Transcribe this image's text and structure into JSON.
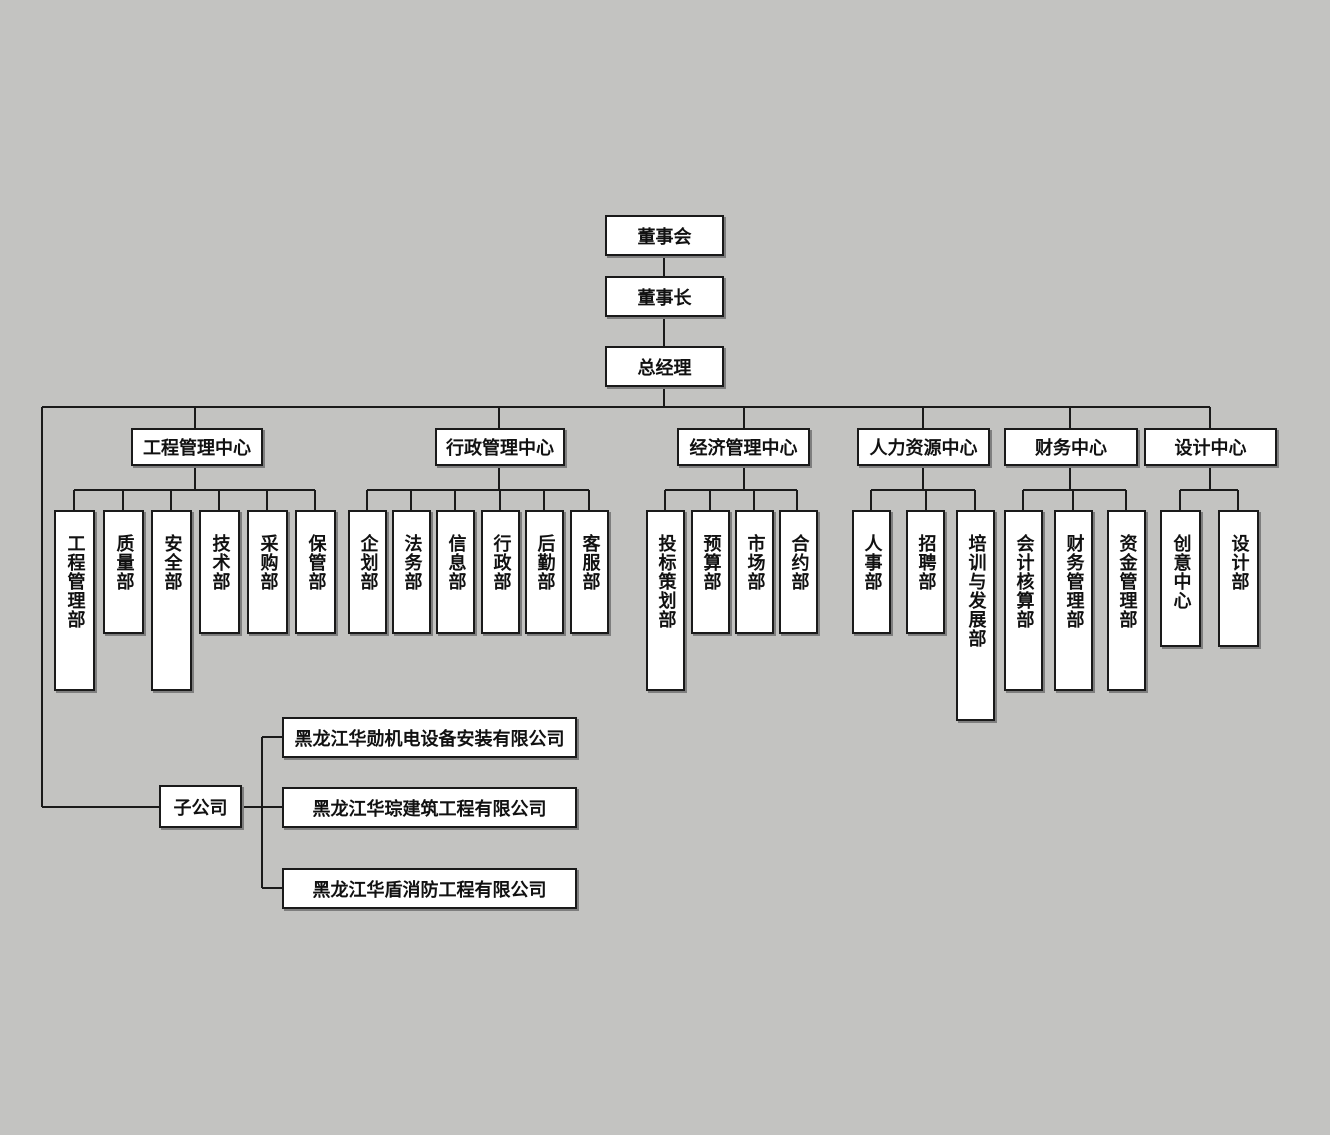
{
  "board": "董事会",
  "chairman": "董事长",
  "gm": "总经理",
  "centers": [
    {
      "label": "工程管理中心",
      "depts": [
        "工程管理部",
        "质量部",
        "安全部",
        "技术部",
        "采购部",
        "保管部"
      ]
    },
    {
      "label": "行政管理中心",
      "depts": [
        "企划部",
        "法务部",
        "信息部",
        "行政部",
        "后勤部",
        "客服部"
      ]
    },
    {
      "label": "经济管理中心",
      "depts": [
        "投标策划部",
        "预算部",
        "市场部",
        "合约部"
      ]
    },
    {
      "label": "人力资源中心",
      "depts": [
        "人事部",
        "招聘部",
        "培训与发展部"
      ]
    },
    {
      "label": "财务中心",
      "depts": [
        "会计核算部",
        "财务管理部",
        "资金管理部"
      ]
    },
    {
      "label": "设计中心",
      "depts": [
        "创意中心",
        "设计部"
      ]
    }
  ],
  "subsidiary": {
    "label": "子公司",
    "companies": [
      "黑龙江华勋机电设备安装有限公司",
      "黑龙江华琮建筑工程有限公司",
      "黑龙江华盾消防工程有限公司"
    ]
  }
}
